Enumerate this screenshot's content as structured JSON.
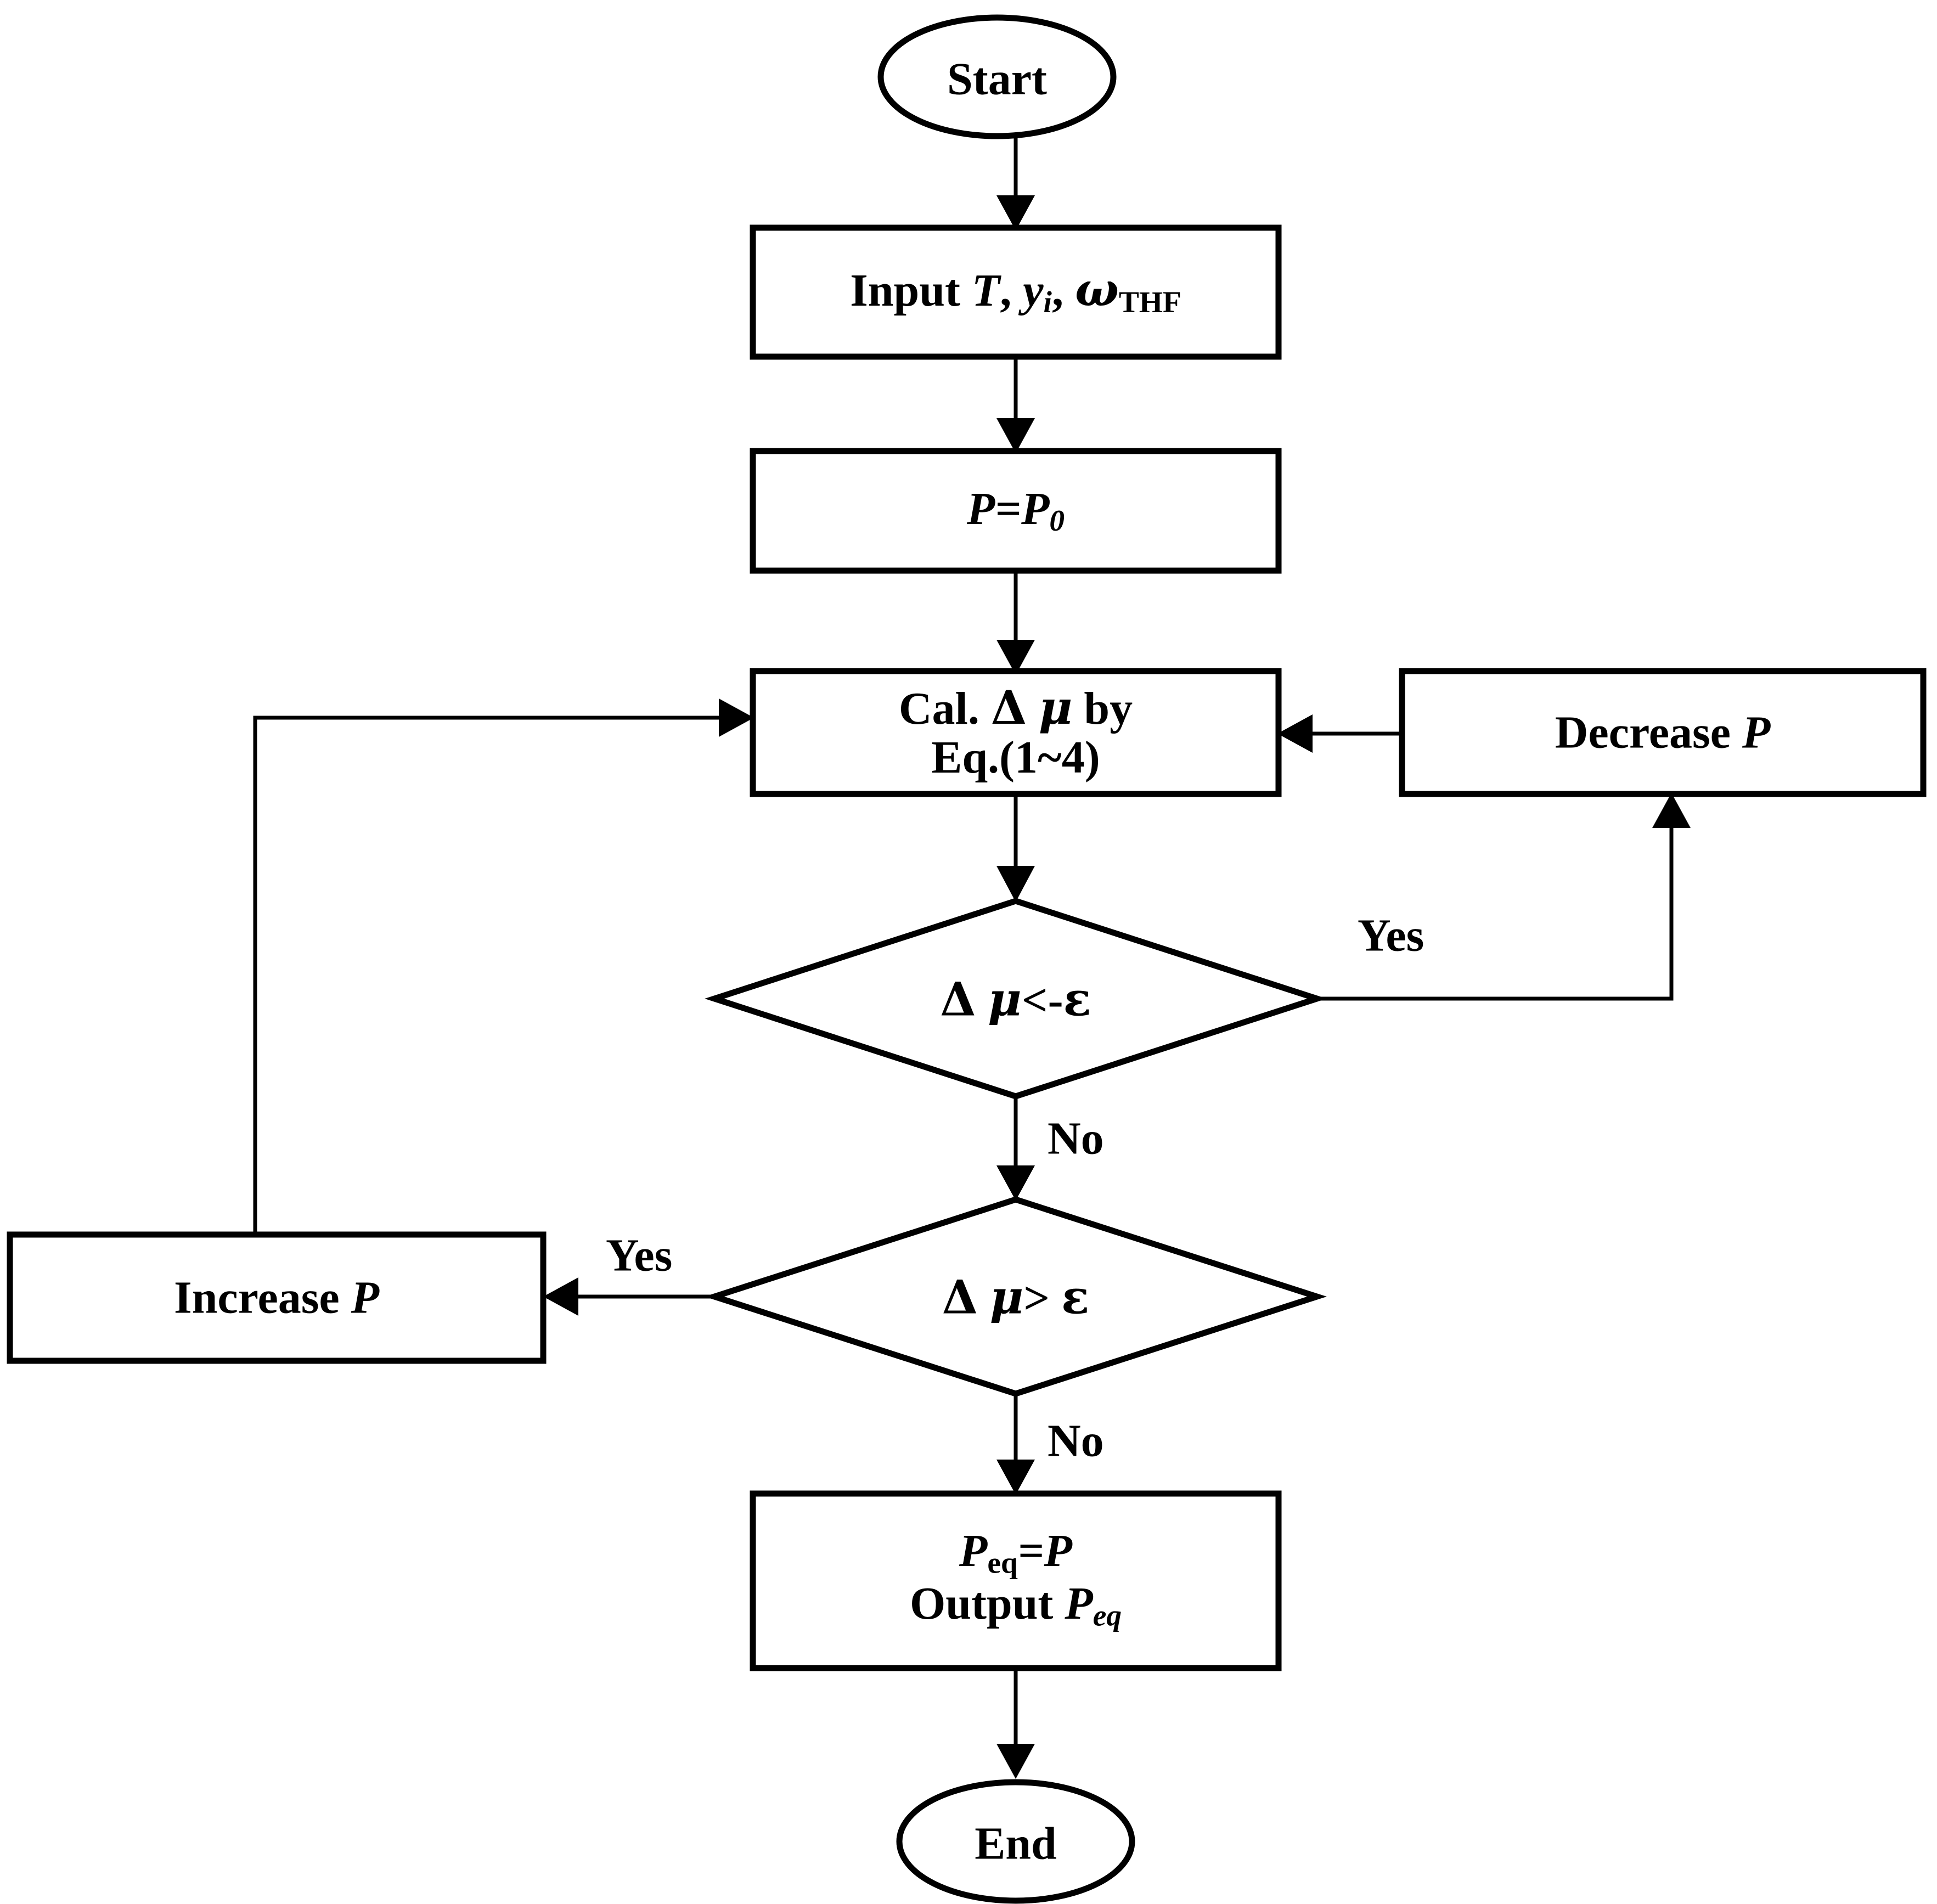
{
  "diagram": {
    "title": "Pressure equilibrium iterative calculation flowchart",
    "type": "flowchart",
    "background_color": "#ffffff",
    "line_color": "#000000",
    "text_color": "#000000",
    "nodes": [
      {
        "id": "start",
        "shape": "ellipse",
        "label": "Start"
      },
      {
        "id": "input",
        "shape": "rectangle",
        "label": "Input T, yi, ωTHF"
      },
      {
        "id": "init",
        "shape": "rectangle",
        "label": "P=P0"
      },
      {
        "id": "calc",
        "shape": "rectangle",
        "label_line1": "Cal. Δ μ by",
        "label_line2": "Eq.(1~4)"
      },
      {
        "id": "decision1",
        "shape": "diamond",
        "label": "Δ μ<-ε"
      },
      {
        "id": "decision2",
        "shape": "diamond",
        "label": "Δ μ> ε"
      },
      {
        "id": "decrease_p",
        "shape": "rectangle",
        "label": "Decrease P"
      },
      {
        "id": "increase_p",
        "shape": "rectangle",
        "label": "Increase P"
      },
      {
        "id": "output",
        "shape": "rectangle",
        "label_line1": "Peq=P",
        "label_line2": "Output Peq"
      },
      {
        "id": "end",
        "shape": "ellipse",
        "label": "End"
      }
    ],
    "edge_labels": {
      "decision1_yes": "Yes",
      "decision1_no": "No",
      "decision2_yes": "Yes",
      "decision2_no": "No"
    },
    "edges": [
      {
        "from": "start",
        "to": "input",
        "label": ""
      },
      {
        "from": "input",
        "to": "init",
        "label": ""
      },
      {
        "from": "init",
        "to": "calc",
        "label": ""
      },
      {
        "from": "calc",
        "to": "decision1",
        "label": ""
      },
      {
        "from": "decision1",
        "to": "decrease_p",
        "label": "Yes"
      },
      {
        "from": "decrease_p",
        "to": "calc",
        "label": ""
      },
      {
        "from": "decision1",
        "to": "decision2",
        "label": "No"
      },
      {
        "from": "decision2",
        "to": "increase_p",
        "label": "Yes"
      },
      {
        "from": "increase_p",
        "to": "calc",
        "label": ""
      },
      {
        "from": "decision2",
        "to": "output",
        "label": "No"
      },
      {
        "from": "output",
        "to": "end",
        "label": ""
      }
    ]
  }
}
